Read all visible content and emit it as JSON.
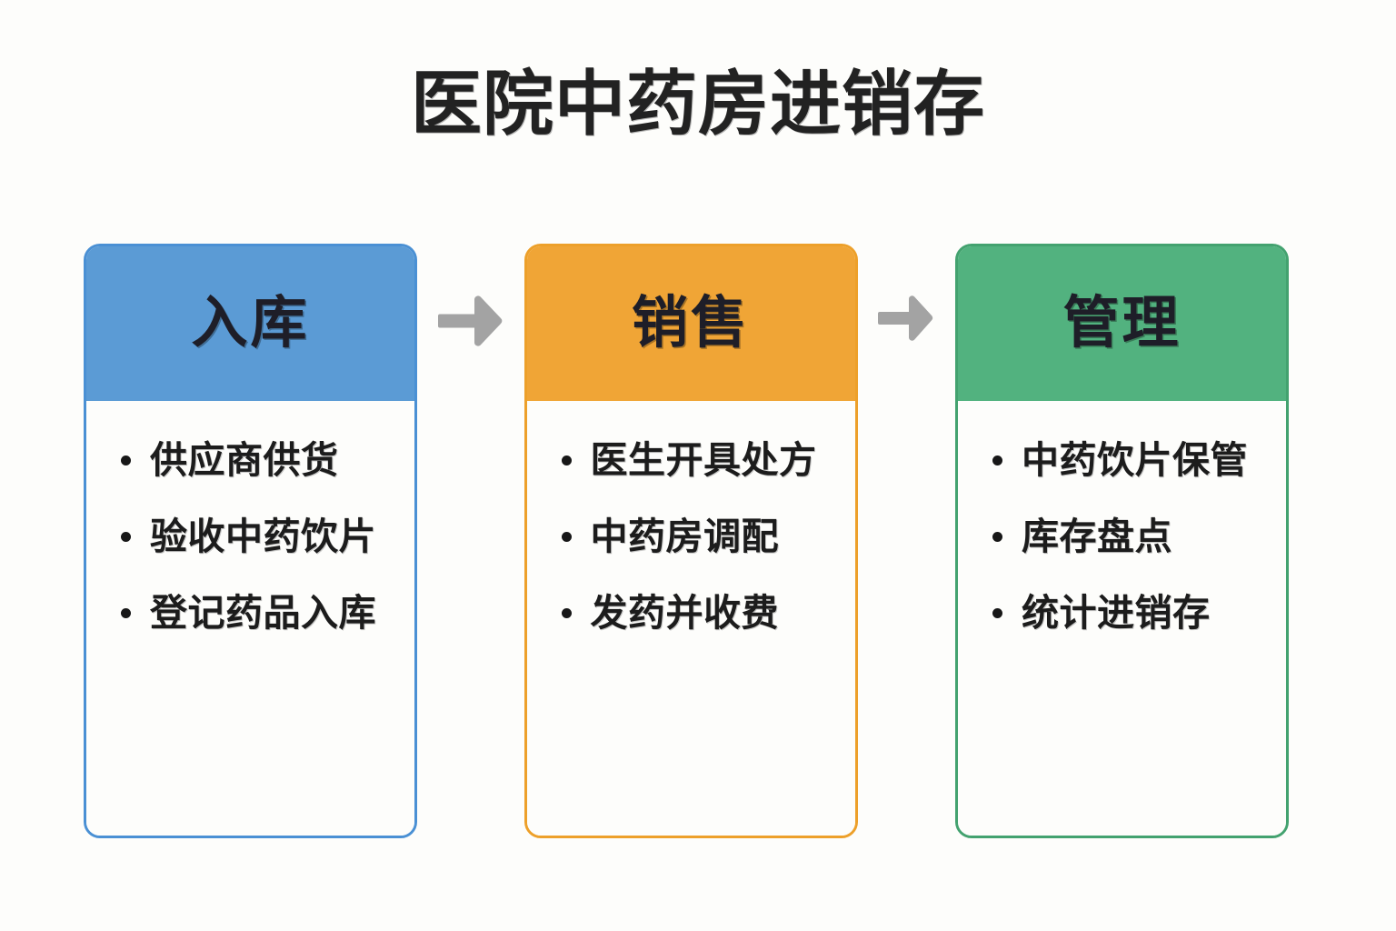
{
  "page": {
    "title": "医院中药房进销存",
    "background_color": "#fdfdfb"
  },
  "flow": {
    "cards": [
      {
        "id": "inbound",
        "header": "入库",
        "accent_color": "#5b9bd5",
        "border_color": "#4a90d4",
        "items": [
          "供应商供货",
          "验收中药饮片",
          "登记药品入库"
        ]
      },
      {
        "id": "sales",
        "header": "销售",
        "accent_color": "#f0a536",
        "border_color": "#eda02a",
        "items": [
          "医生开具处方",
          "中药房调配",
          "发药并收费"
        ]
      },
      {
        "id": "management",
        "header": "管理",
        "accent_color": "#52b27f",
        "border_color": "#43a26f",
        "items": [
          "中药饮片保管",
          "库存盘点",
          "统计进销存"
        ]
      }
    ],
    "arrows": [
      {
        "icon": "arrow-right-icon",
        "color": "#a3a3a3",
        "direction": "right"
      },
      {
        "icon": "arrow-right-icon",
        "color": "#a3a3a3",
        "direction": "right"
      }
    ]
  }
}
